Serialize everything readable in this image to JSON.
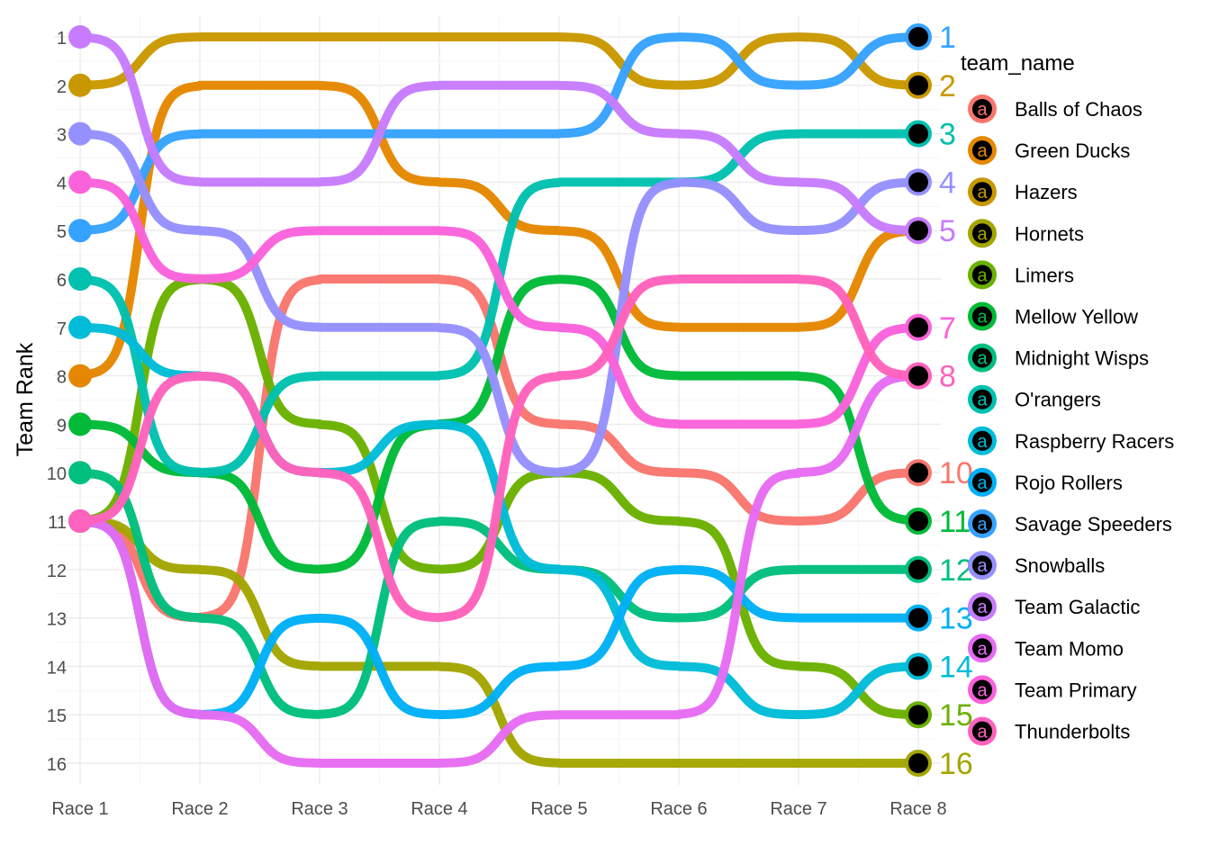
{
  "chart_data": {
    "type": "line",
    "title": "",
    "xlabel": "",
    "ylabel": "Team Rank",
    "ylim": [
      1,
      16
    ],
    "y_reversed": true,
    "grid": true,
    "legend": {
      "title": "team_name",
      "placement": "right"
    },
    "categories": [
      "Race 1",
      "Race 2",
      "Race 3",
      "Race 4",
      "Race 5",
      "Race 6",
      "Race 7",
      "Race 8"
    ],
    "y_ticks": [
      "1",
      "2",
      "3",
      "4",
      "5",
      "6",
      "7",
      "8",
      "9",
      "10",
      "11",
      "12",
      "13",
      "14",
      "15",
      "16"
    ],
    "series": [
      {
        "name": "Balls of Chaos",
        "color": "#F8766D",
        "values": [
          11,
          13,
          6,
          6,
          9,
          10,
          11,
          10
        ]
      },
      {
        "name": "Green Ducks",
        "color": "#E58700",
        "values": [
          8,
          2,
          2,
          4,
          5,
          7,
          7,
          5
        ]
      },
      {
        "name": "Hazers",
        "color": "#C99800",
        "values": [
          2,
          1,
          1,
          1,
          1,
          2,
          1,
          2
        ]
      },
      {
        "name": "Hornets",
        "color": "#A3A500",
        "values": [
          11,
          12,
          14,
          14,
          16,
          16,
          16,
          16
        ]
      },
      {
        "name": "Limers",
        "color": "#6BB100",
        "values": [
          11,
          6,
          9,
          12,
          10,
          11,
          14,
          15
        ]
      },
      {
        "name": "Mellow Yellow",
        "color": "#00BA38",
        "values": [
          9,
          10,
          12,
          9,
          6,
          8,
          8,
          11
        ]
      },
      {
        "name": "Midnight Wisps",
        "color": "#00BF7D",
        "values": [
          10,
          13,
          15,
          11,
          12,
          13,
          12,
          12
        ]
      },
      {
        "name": "O'rangers",
        "color": "#00C0AF",
        "values": [
          6,
          10,
          8,
          8,
          4,
          4,
          3,
          3
        ]
      },
      {
        "name": "Raspberry Racers",
        "color": "#00BCD8",
        "values": [
          7,
          8,
          10,
          9,
          12,
          14,
          15,
          14
        ]
      },
      {
        "name": "Rojo Rollers",
        "color": "#00B0F6",
        "values": [
          11,
          15,
          13,
          15,
          14,
          12,
          13,
          13
        ]
      },
      {
        "name": "Savage Speeders",
        "color": "#35A2FF",
        "values": [
          5,
          3,
          3,
          3,
          3,
          1,
          2,
          1
        ]
      },
      {
        "name": "Snowballs",
        "color": "#9590FF",
        "values": [
          3,
          5,
          7,
          7,
          10,
          4,
          5,
          4
        ]
      },
      {
        "name": "Team Galactic",
        "color": "#C77CFF",
        "values": [
          1,
          4,
          4,
          2,
          2,
          3,
          4,
          5
        ]
      },
      {
        "name": "Team Momo",
        "color": "#E76BF3",
        "values": [
          11,
          15,
          16,
          16,
          15,
          15,
          10,
          8
        ]
      },
      {
        "name": "Team Primary",
        "color": "#FA62DB",
        "values": [
          4,
          6,
          5,
          5,
          7,
          9,
          9,
          7
        ]
      },
      {
        "name": "Thunderbolts",
        "color": "#FF62BC",
        "values": [
          11,
          8,
          10,
          13,
          8,
          6,
          6,
          8
        ]
      }
    ],
    "end_labels": [
      {
        "text": "1",
        "color": "#35A2FF",
        "rank": 1
      },
      {
        "text": "2",
        "color": "#C99800",
        "rank": 2
      },
      {
        "text": "3",
        "color": "#00C0AF",
        "rank": 3
      },
      {
        "text": "4",
        "color": "#9590FF",
        "rank": 4
      },
      {
        "text": "5",
        "color": "#C77CFF",
        "rank": 5
      },
      {
        "text": "7",
        "color": "#FA62DB",
        "rank": 7
      },
      {
        "text": "8",
        "color": "#FF62BC",
        "rank": 8
      },
      {
        "text": "10",
        "color": "#F8766D",
        "rank": 10
      },
      {
        "text": "11",
        "color": "#00BA38",
        "rank": 11
      },
      {
        "text": "12",
        "color": "#00BF7D",
        "rank": 12
      },
      {
        "text": "13",
        "color": "#00B0F6",
        "rank": 13
      },
      {
        "text": "14",
        "color": "#00BCD8",
        "rank": 14
      },
      {
        "text": "15",
        "color": "#6BB100",
        "rank": 15
      },
      {
        "text": "16",
        "color": "#A3A500",
        "rank": 16
      }
    ]
  }
}
